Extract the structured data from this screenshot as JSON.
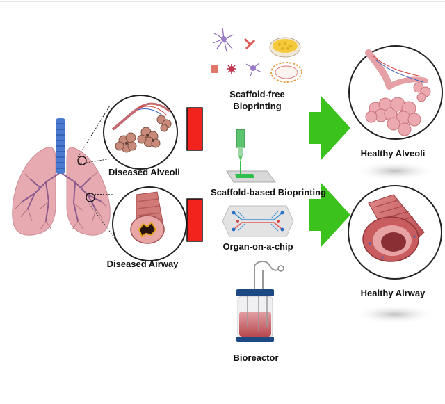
{
  "labels": {
    "diseased_alveoli": "Diseased Alveoli",
    "diseased_airway": "Diseased Airway",
    "scaffold_free_line1": "Scaffold-free",
    "scaffold_free_line2": "Bioprinting",
    "scaffold_based": "Scaffold-based Bioprinting",
    "organ_on_chip": "Organ-on-a-chip",
    "bioreactor": "Bioreactor",
    "healthy_alveoli": "Healthy Alveoli",
    "healthy_airway": "Healthy Airway"
  },
  "colors": {
    "lung_pink": "#e7aab1",
    "lung_vessel": "#b5737e",
    "trachea_blue": "#4a7bd0",
    "red_bar": "#f0241c",
    "green_arrow": "#3cc21c",
    "airway_wall": "#c9595c",
    "alveoli_pink": "#e9a1a6"
  }
}
